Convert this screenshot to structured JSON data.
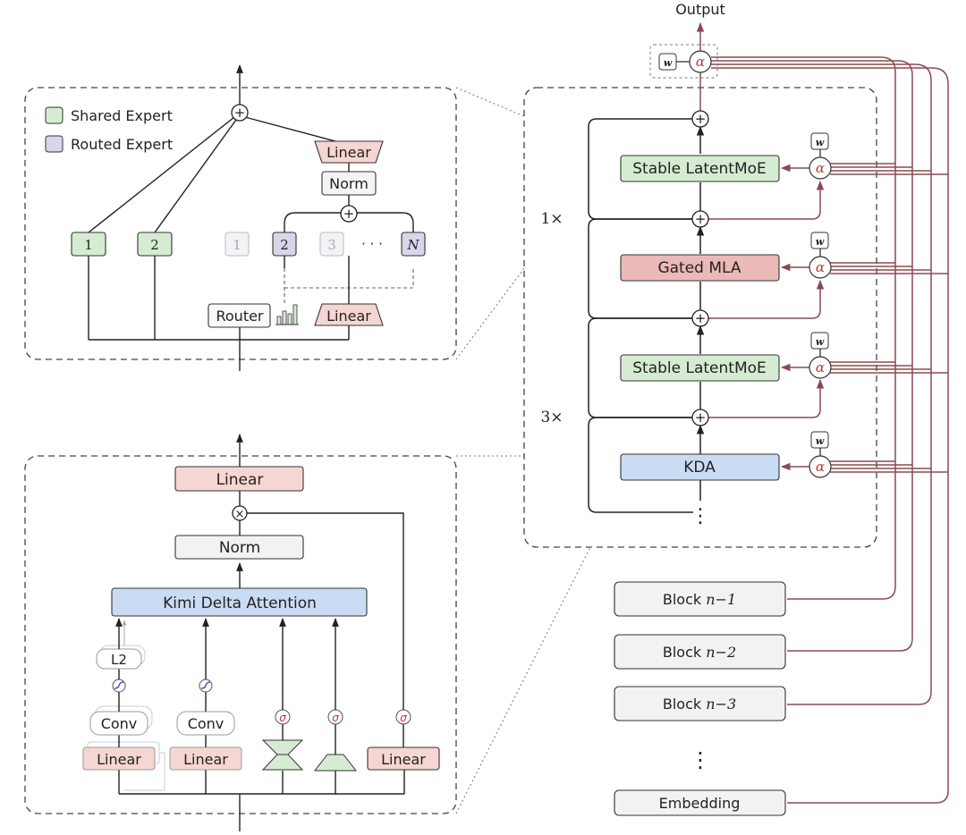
{
  "legend": {
    "shared": "Shared Expert",
    "routed": "Routed Expert"
  },
  "moe_panel": {
    "linear_top": "Linear",
    "norm": "Norm",
    "plus": "+",
    "shared_experts": [
      "1",
      "2"
    ],
    "routed_experts": [
      "1",
      "2",
      "3",
      "N"
    ],
    "ellipsis": "· · ·",
    "router": "Router",
    "linear_bottom": "Linear"
  },
  "kda_panel": {
    "linear_top": "Linear",
    "times": "×",
    "norm": "Norm",
    "kda": "Kimi Delta Attention",
    "l2": "L2",
    "conv1": "Conv",
    "conv2": "Conv",
    "linear1": "Linear",
    "linear2": "Linear",
    "linear_right": "Linear",
    "sigma": "σ"
  },
  "stack": {
    "output": "Output",
    "w": "w",
    "alpha": "α",
    "plus": "+",
    "repeat_1": "1×",
    "repeat_3": "3×",
    "layers": [
      "Stable LatentMoE",
      "Gated MLA",
      "Stable LatentMoE",
      "KDA"
    ],
    "vdots": "⋮"
  },
  "blocks": {
    "items": [
      {
        "label": "Block ",
        "var": "n−1"
      },
      {
        "label": "Block ",
        "var": "n−2"
      },
      {
        "label": "Block ",
        "var": "n−3"
      }
    ],
    "vdots": "⋮",
    "embedding": "Embedding"
  },
  "colors": {
    "green_fill": "#d6ecd2",
    "red_fill": "#ebb9b7",
    "pink_fill": "#f6d6d2",
    "blue_fill": "#c9dcf3",
    "purple_fill": "#d8d6ea",
    "gray_fill": "#f2f2f2",
    "residual": "#8b4a52",
    "alpha_red": "#c0392b"
  }
}
